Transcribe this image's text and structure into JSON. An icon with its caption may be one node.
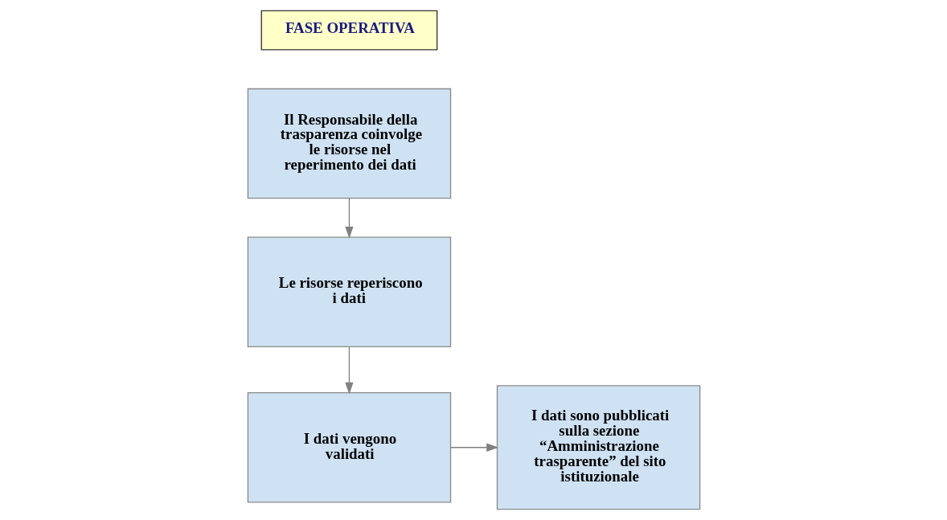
{
  "diagram": {
    "nodes": [
      {
        "text": [
          "FASE OPERATIVA"
        ]
      },
      {
        "text": [
          "Il Responsabile della trasparenza coinvolge le risorse nel reperimento dei dati"
        ]
      },
      {
        "text": [
          "Le risorse reperiscono i dati"
        ]
      },
      {
        "text": [
          "I dati vengono validati"
        ]
      },
      {
        "text": [
          "I dati sono pubblicati sulla sezione “Amministrazione trasparente” del sito istituzionale"
        ]
      }
    ],
    "edges": [
      {
        "from": 1,
        "to": 2,
        "arrow": "to"
      },
      {
        "from": 2,
        "to": 3,
        "arrow": "to"
      },
      {
        "from": 3,
        "to": 4,
        "arrow": "to"
      }
    ]
  }
}
